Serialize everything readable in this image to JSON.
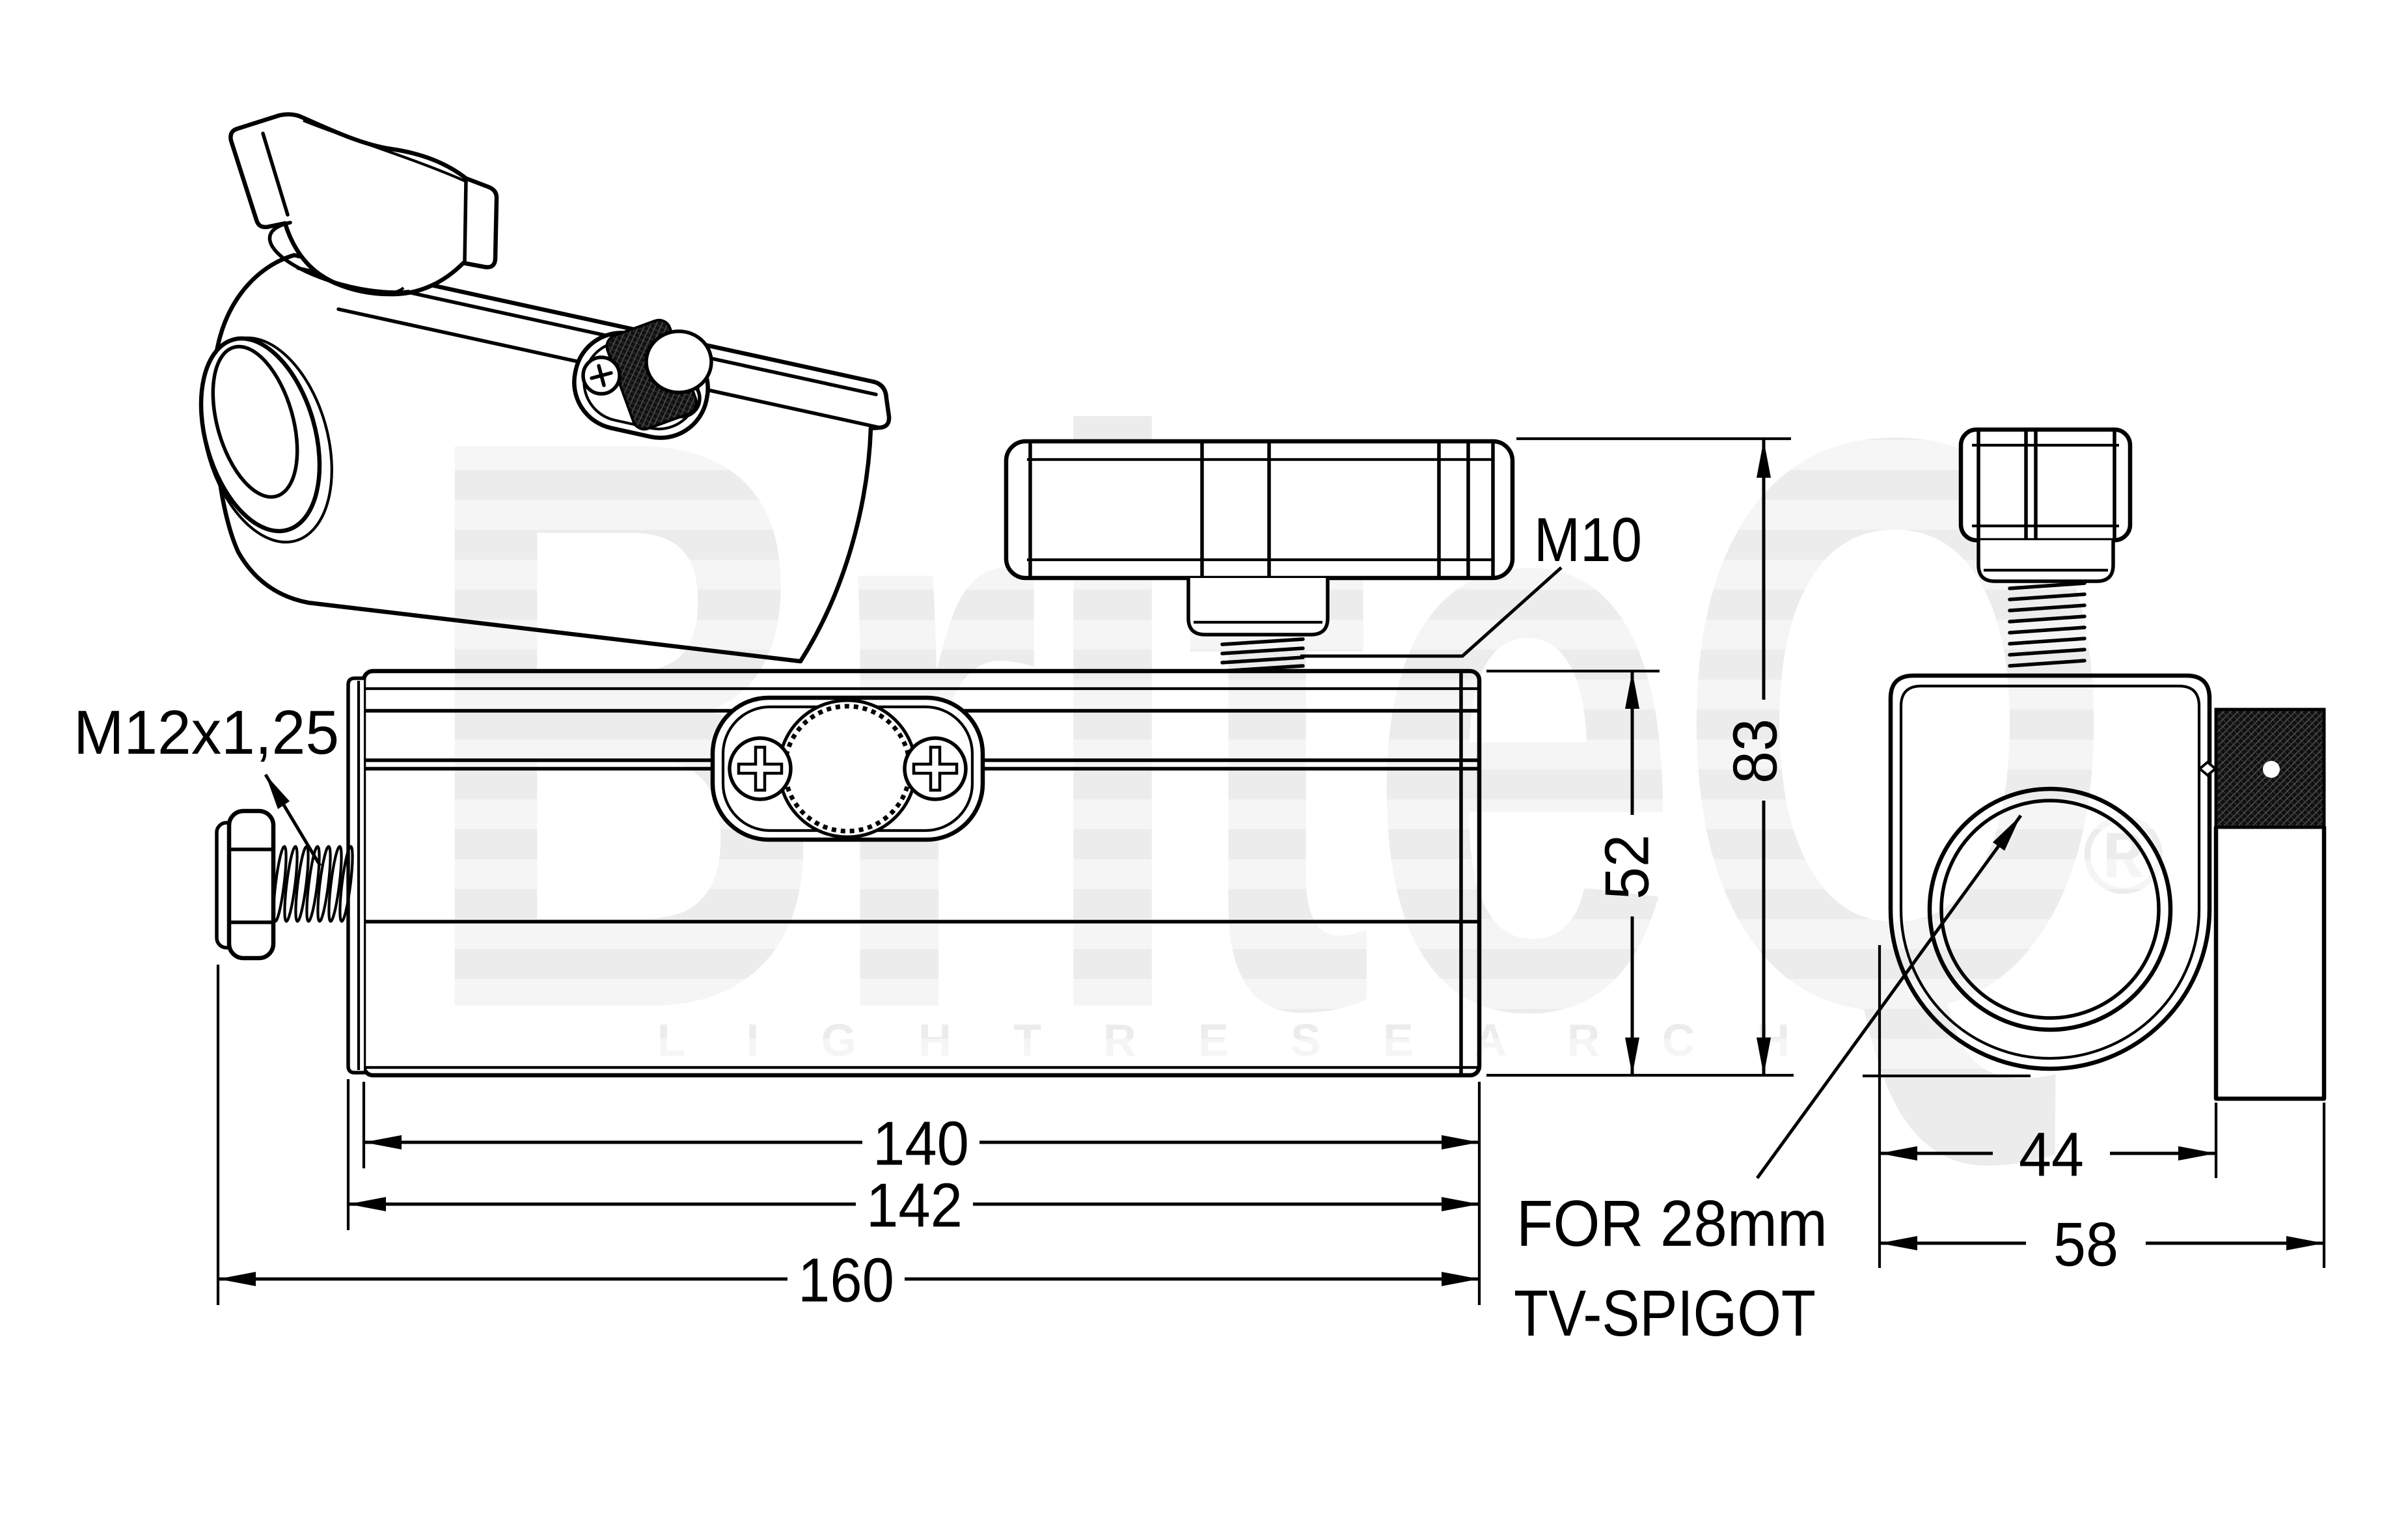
{
  "drawing": {
    "labels": {
      "left_thread": "M12x1,25",
      "top_thread": "M10",
      "spigot_note": {
        "line1": "FOR 28mm",
        "line2": "TV-SPIGOT"
      }
    },
    "dimensions": {
      "body_height_mm": "52",
      "overall_height_mm": "83",
      "body_length_mm": "140",
      "body_length_with_end_plate_mm": "142",
      "overall_length_mm": "160",
      "clamp_body_width_mm": "44",
      "overall_width_mm": "58"
    },
    "watermark": {
      "brand": "BriteQ",
      "registered_mark": "®",
      "tagline": "L I G H T   R E S E A R C H"
    },
    "colors": {
      "background": "#ffffff",
      "line": "#000000",
      "watermark_gray": "#ececec"
    }
  }
}
